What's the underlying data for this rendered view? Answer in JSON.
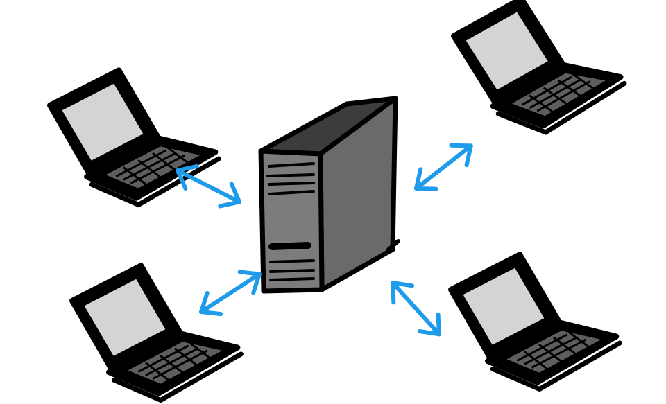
{
  "diagram": {
    "nodes": [
      {
        "id": "server",
        "type": "tower-server",
        "icon": "server-icon"
      },
      {
        "id": "laptop-top-left",
        "type": "laptop",
        "icon": "laptop-icon"
      },
      {
        "id": "laptop-top-right",
        "type": "laptop",
        "icon": "laptop-icon"
      },
      {
        "id": "laptop-bottom-left",
        "type": "laptop",
        "icon": "laptop-icon"
      },
      {
        "id": "laptop-bottom-right",
        "type": "laptop",
        "icon": "laptop-icon"
      }
    ],
    "edges": [
      {
        "from": "server",
        "to": "laptop-top-left",
        "direction": "bidirectional"
      },
      {
        "from": "server",
        "to": "laptop-top-right",
        "direction": "bidirectional"
      },
      {
        "from": "server",
        "to": "laptop-bottom-left",
        "direction": "bidirectional"
      },
      {
        "from": "server",
        "to": "laptop-bottom-right",
        "direction": "bidirectional"
      }
    ],
    "colors": {
      "outline": "#000000",
      "screen": "#d4d4d4",
      "server_front": "#7c7c7c",
      "server_side": "#6a6a6a",
      "server_top": "#3c3c3c",
      "keyboard": "#5e5e5e",
      "arrow": "#1e9bea",
      "background": "#ffffff"
    }
  }
}
